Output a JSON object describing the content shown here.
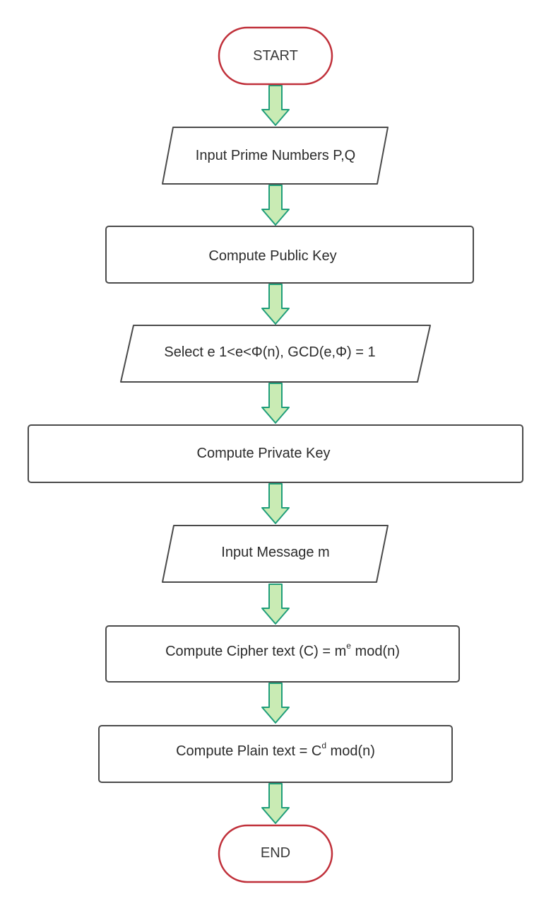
{
  "diagram": {
    "colors": {
      "terminal_stroke": "#c0303a",
      "box_stroke": "#4a4a4a",
      "arrow_fill": "#c9ebb4",
      "arrow_stroke": "#1f9e7a",
      "text": "#2b2b2b"
    },
    "nodes": {
      "start": {
        "label": "START"
      },
      "input_primes": {
        "label": "Input Prime Numbers P,Q"
      },
      "public_key": {
        "label": "Compute Public Key"
      },
      "select_e": {
        "label": "Select  e 1<e<Φ(n), GCD(e,Φ) = 1"
      },
      "private_key": {
        "label": "Compute Private Key"
      },
      "input_message": {
        "label": "Input Message m"
      },
      "cipher": {
        "prefix": "Compute Cipher text (C) = m",
        "sup": "e",
        "suffix": " mod(n)"
      },
      "plain": {
        "prefix": "Compute Plain text = C",
        "sup": "d",
        "suffix": " mod(n)"
      },
      "end": {
        "label": "END"
      }
    },
    "edges": [
      {
        "from": "start",
        "to": "input_primes"
      },
      {
        "from": "input_primes",
        "to": "public_key"
      },
      {
        "from": "public_key",
        "to": "select_e"
      },
      {
        "from": "select_e",
        "to": "private_key"
      },
      {
        "from": "private_key",
        "to": "input_message"
      },
      {
        "from": "input_message",
        "to": "cipher"
      },
      {
        "from": "cipher",
        "to": "plain"
      },
      {
        "from": "plain",
        "to": "end"
      }
    ]
  }
}
